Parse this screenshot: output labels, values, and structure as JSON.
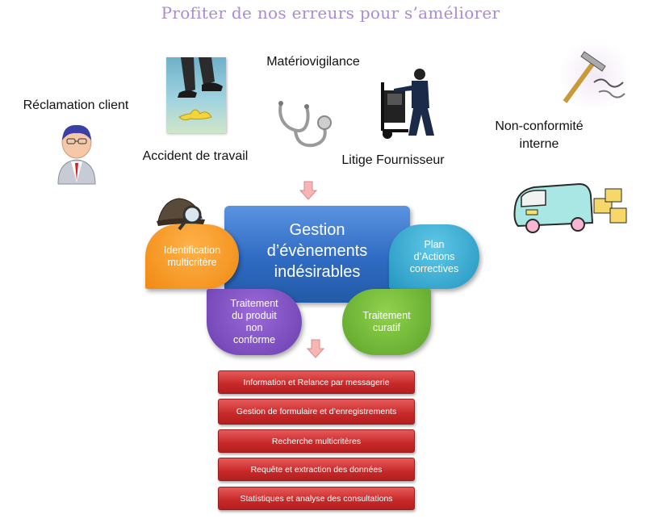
{
  "title": "Profiter de nos erreurs pour s’améliorer",
  "sources": {
    "reclamation": "Réclamation client",
    "accident": "Accident de travail",
    "materio": "Matériovigilance",
    "litige": "Litige Fournisseur",
    "nonconf_line1": "Non-conformité",
    "nonconf_line2": "interne"
  },
  "center": {
    "line1": "Gestion",
    "line2": "d’évènements",
    "line3": "indésirables"
  },
  "petals": {
    "identification": [
      "Identification",
      "multicritère"
    ],
    "plan": [
      "Plan",
      "d’Actions",
      "correctives"
    ],
    "traitement_produit": [
      "Traitement",
      "du produit",
      "non",
      "conforme"
    ],
    "traitement_curatif": [
      "Traitement",
      "curatif"
    ]
  },
  "tools": [
    "Information et Relance par messagerie",
    "Gestion de formulaire et d’enregistrements",
    "Recherche multicritères",
    "Requête  et extraction des données",
    "Statistiques et analyse des consultations"
  ],
  "colors": {
    "title": "#a98bd6",
    "center": "#2f6bc3",
    "orange": "#f08a12",
    "teal": "#2596c1",
    "purple": "#6b3fb0",
    "green": "#5aa32a",
    "tool_red": "#c72828",
    "arrow": "#f7b5b5"
  },
  "icons": [
    "person-icon",
    "banana-peel-icon",
    "stethoscope-icon",
    "hand-truck-icon",
    "hammer-icon",
    "van-icon",
    "detective-hat-icon"
  ]
}
